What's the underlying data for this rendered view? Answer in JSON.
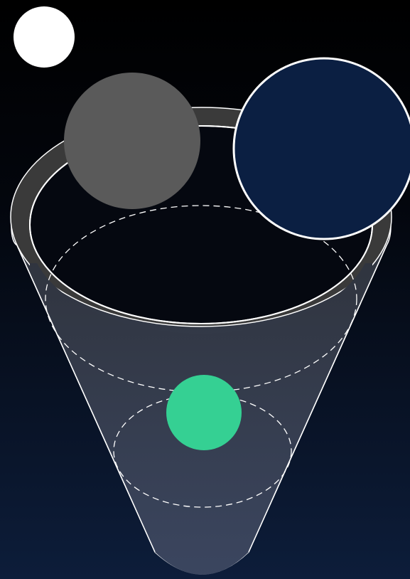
{
  "colors": {
    "background_top": "#000000",
    "background_bottom": "#0d1d3a",
    "rim_band": "#3a3a3a",
    "rim_line": "#ffffff",
    "funnel_inside": "#050810",
    "funnel_top": "#2f333c",
    "funnel_bottom": "#3b4660",
    "dashed_line": "#ffffff",
    "ball_white": "#ffffff",
    "ball_gray": "#5a5a5a",
    "ball_navy": "#0b1f42",
    "ball_navy_outline": "#ffffff",
    "ball_green": "#35d093"
  },
  "shapes": {
    "funnel": "cone",
    "balls": [
      "white-ball",
      "gray-ball",
      "navy-ball",
      "green-ball"
    ],
    "dashed_rings": 2
  }
}
